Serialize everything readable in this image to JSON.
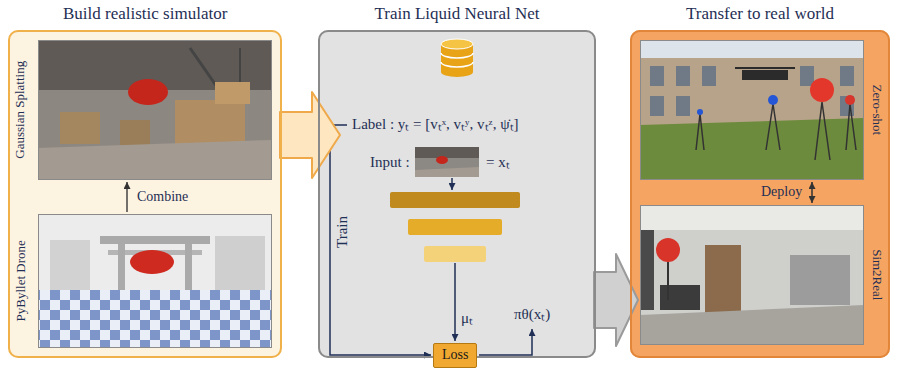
{
  "diagram": {
    "nodes": [
      {
        "text": [
          "Build realistic simulator"
        ]
      },
      {
        "text": [
          "Gaussian Splatting"
        ],
        "in": 0
      },
      {
        "text": [
          "PyByllet Drone"
        ],
        "in": 0
      },
      {
        "text": [
          "Train Liquid Neural Net"
        ]
      },
      {
        "text": [
          "Loss"
        ],
        "in": 3
      },
      {
        "text": [
          "Transfer to real world"
        ]
      },
      {
        "text": [
          "Zero-shot"
        ],
        "in": 5
      },
      {
        "text": [
          "Sim2Real"
        ],
        "in": 5
      }
    ],
    "edges": [
      {
        "from": 2,
        "to": 1,
        "arrow": "to",
        "label": "Combine"
      },
      {
        "from": 0,
        "to": 3,
        "arrow": "to"
      },
      {
        "from": 3,
        "to": 5,
        "arrow": "to"
      },
      {
        "from": 6,
        "to": 7,
        "arrow": "both",
        "label": "Deploy"
      }
    ],
    "labels": [
      "Label : yₜ = [vₜˣ, vₜʸ, vₜᶻ, ψ̇ₜ]",
      "Input :",
      "= xₜ",
      "Train",
      "μₜ",
      "πθ(xₜ)"
    ]
  }
}
